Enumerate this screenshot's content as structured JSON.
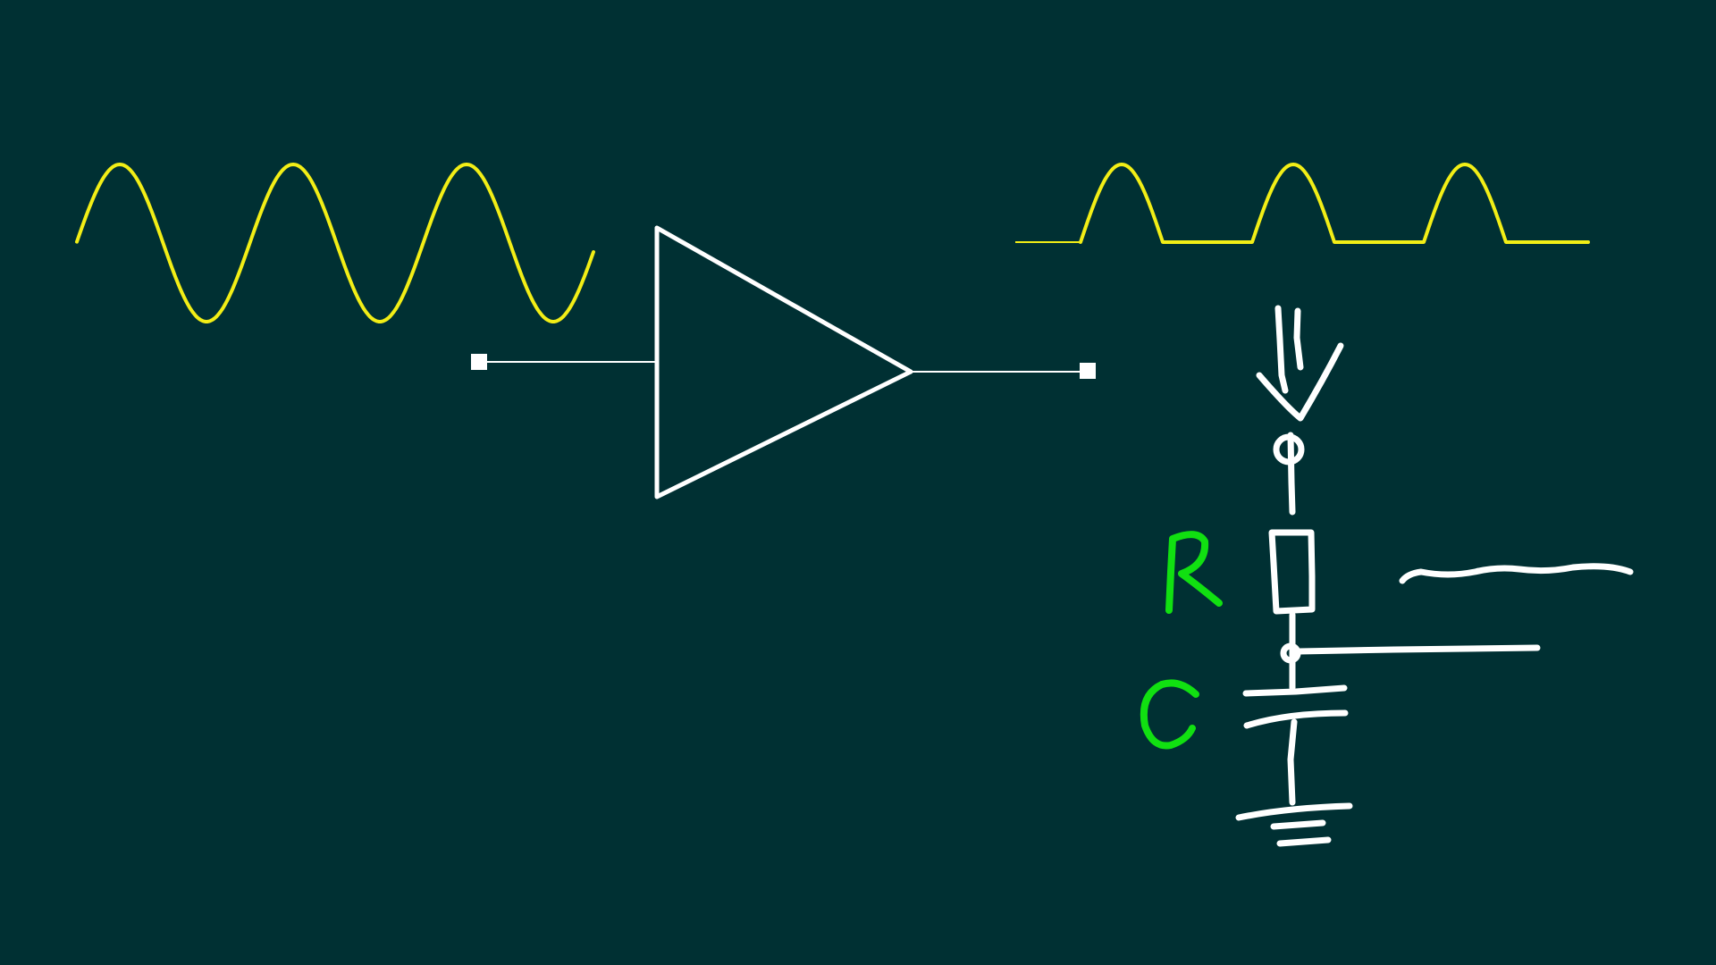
{
  "diagram": {
    "background_color": "#003033",
    "colors": {
      "waveform": "#f2ee16",
      "circuit": "#ffffff",
      "labels": "#11e011"
    },
    "input_waveform": {
      "shape": "sine",
      "periods": 3
    },
    "output_waveform": {
      "shape": "half-wave rectified sine",
      "pulses": 3
    },
    "amplifier": {
      "symbol": "triangle"
    },
    "rc_filter": {
      "resistor_label": "R",
      "capacitor_label": "C",
      "ground": "ground-symbol"
    }
  }
}
